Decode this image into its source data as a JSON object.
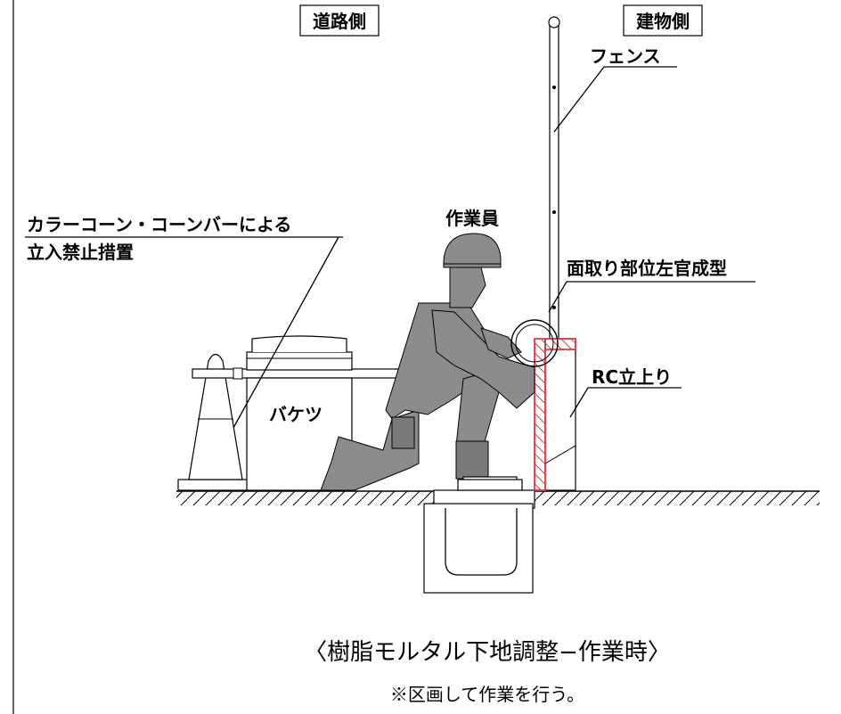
{
  "labels": {
    "road_side": "道路側",
    "building_side": "建物側",
    "fence": "フェンス",
    "cone_line1": "カラーコーン・コーンバーによる",
    "cone_line2": "立入禁止措置",
    "worker": "作業員",
    "chamfer": "面取り部位左官成型",
    "bucket": "バケツ",
    "rc_upstand": "RC立上り"
  },
  "caption": "〈樹脂モルタル下地調整−作業時〉",
  "note": "※区画して作業を行う。",
  "colors": {
    "line": "#000000",
    "figure_fill": "#8c8c8c",
    "highlight": "#e8323c"
  }
}
